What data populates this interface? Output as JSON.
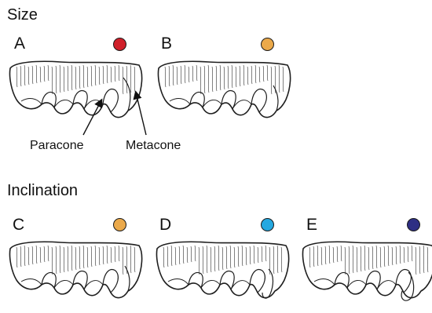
{
  "sections": {
    "size": "Size",
    "inclination": "Inclination"
  },
  "panels": [
    {
      "id": "A",
      "label": "A",
      "dot_color": "#d0202a",
      "group": "size"
    },
    {
      "id": "B",
      "label": "B",
      "dot_color": "#eba94a",
      "group": "size"
    },
    {
      "id": "C",
      "label": "C",
      "dot_color": "#eba94a",
      "group": "inclination"
    },
    {
      "id": "D",
      "label": "D",
      "dot_color": "#25a8e0",
      "group": "inclination"
    },
    {
      "id": "E",
      "label": "E",
      "dot_color": "#2e2f84",
      "group": "inclination"
    }
  ],
  "annotations": {
    "paracone": "Paracone",
    "metacone": "Metacone"
  }
}
